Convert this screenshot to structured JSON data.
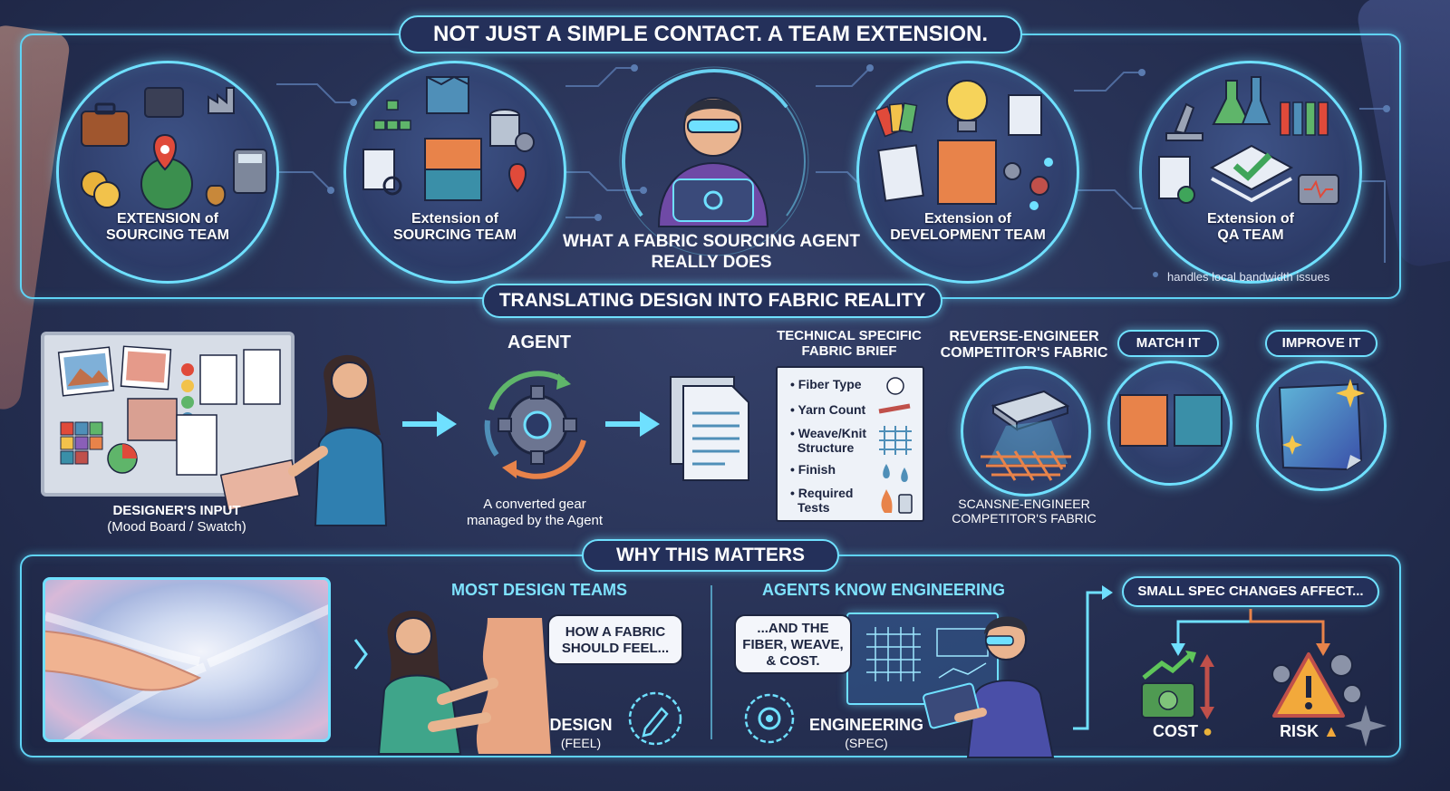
{
  "header": {
    "title": "NOT JUST A SIMPLE CONTACT. A TEAM EXTENSION."
  },
  "top_circles": [
    {
      "line1": "EXTENSION of",
      "line2": "SOURCING TEAM"
    },
    {
      "line1": "Extension of",
      "line2": "SOURCING TEAM"
    },
    {
      "line1": "Extension of",
      "line2": "DEVELOPMENT TEAM"
    },
    {
      "line1": "Extension of",
      "line2": "QA TEAM"
    }
  ],
  "agent_center": {
    "line1": "WHAT A FABRIC SOURCING AGENT",
    "line2": "REALLY DOES"
  },
  "note": "handles local bandwidth issues",
  "section2": {
    "title": "TRANSLATING DESIGN INTO FABRIC REALITY",
    "input_line1": "DESIGNER'S INPUT",
    "input_line2": "(Mood Board / Swatch)",
    "agent_label": "AGENT",
    "gear_line1": "A converted gear",
    "gear_line2": "managed by the Agent",
    "brief_title1": "TECHNICAL SPECIFIC",
    "brief_title2": "FABRIC BRIEF",
    "brief_items": [
      "Fiber Type",
      "Yarn Count",
      "Weave/Knit",
      "Structure",
      "Finish",
      "Required",
      "Tests"
    ],
    "reverse_line1": "REVERSE-ENGINEER",
    "reverse_line2": "COMPETITOR'S FABRIC",
    "scan_line1": "SCANSNE-ENGINEER",
    "scan_line2": "COMPETITOR'S FABRIC",
    "match": "MATCH IT",
    "improve": "IMPROVE IT"
  },
  "section3": {
    "title": "WHY THIS MATTERS",
    "design_teams": "MOST DESIGN TEAMS",
    "bubble1_line1": "HOW A FABRIC",
    "bubble1_line2": "SHOULD FEEL...",
    "design": "DESIGN",
    "feel": "(FEEL)",
    "agents_know": "AGENTS KNOW ENGINEERING",
    "bubble2_line1": "...AND THE",
    "bubble2_line2": "FIBER, WEAVE,",
    "bubble2_line3": "& COST.",
    "engineering": "ENGINEERING",
    "spec": "(SPEC)",
    "small_spec": "SMALL SPEC CHANGES AFFECT...",
    "cost": "COST",
    "risk": "RISK"
  },
  "colors": {
    "accent": "#6fe0ff",
    "panel_bg": "#263053",
    "orange": "#e8834a",
    "teal": "#3a8fa8"
  }
}
